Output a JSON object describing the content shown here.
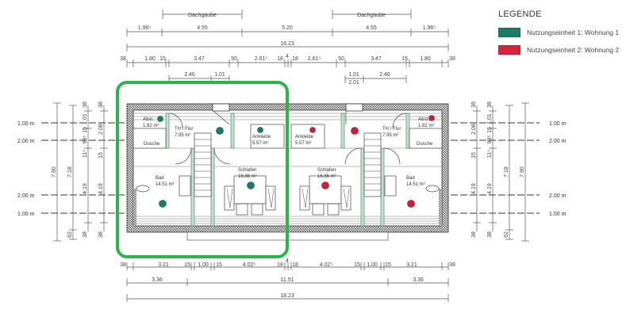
{
  "legend": {
    "title": "LEGENDE",
    "items": [
      {
        "label": "Nutzungseinheit 1: Wohnung 1",
        "color": "#1f7a6a"
      },
      {
        "label": "Nutzungseinheit 2: Wohnung 2",
        "color": "#d4253c"
      }
    ]
  },
  "colors": {
    "highlight_frame": "#2db34a",
    "unit1": "#1f7a6a",
    "unit2": "#c8203a",
    "walls": "#444444",
    "partition": "#5f9a7a"
  },
  "dimensions_top": {
    "dormer_label_left": "Dachgaube",
    "dormer_label_right": "Dachgaube",
    "row1": [
      "1.96⁵",
      "4.55",
      "5.20",
      "4.55",
      "1.96⁵"
    ],
    "row2_total": "18.23",
    "row3": [
      "38",
      "1.80",
      "15",
      "3.47",
      "50",
      "2.61⁵",
      "18",
      "4",
      "18",
      "2.61⁵",
      "50",
      "3.47",
      "15",
      "1.80",
      "38"
    ],
    "row4_left": [
      "2.46",
      "1.01"
    ],
    "row4_right": [
      "1.01",
      "2.01",
      "2.46"
    ]
  },
  "dimensions_bottom": {
    "row1": [
      "38",
      "3.21",
      "15",
      "1.00",
      "15",
      "4.02⁵",
      "18",
      "4",
      "18",
      "4.02⁵",
      "15",
      "1.00",
      "15",
      "3.21",
      "38"
    ],
    "row2": [
      "3.36",
      "11.51",
      "3.36"
    ],
    "row3_total": "18.23"
  },
  "dimensions_left": {
    "outer": [
      "7.90",
      "7.18",
      "62"
    ],
    "inner_col1": [
      "38",
      "1.01",
      "15",
      "98⁵",
      "11⁵",
      "4.19",
      "38"
    ],
    "inner_col2": [
      "38",
      "2.08",
      "15",
      "4.19",
      "38"
    ]
  },
  "dimensions_right": {
    "outer": [
      "7.90",
      "7.18",
      "62"
    ],
    "inner_col1": [
      "38",
      "1.01",
      "15",
      "98⁵",
      "11⁵",
      "4.19",
      "38"
    ],
    "inner_col2": [
      "38",
      "2.08",
      "15",
      "4.19",
      "38"
    ]
  },
  "height_lines": {
    "left": [
      "1.00 m",
      "2.00 m",
      "2.00 m",
      "1.00 m"
    ],
    "right": [
      "1.00 m",
      "2.00 m",
      "2.00 m",
      "1.00 m"
    ]
  },
  "rooms_unit1": [
    {
      "name": "Abst.",
      "area": "1.82 m²"
    },
    {
      "name": "TH / Flur",
      "area": "7.95 m²"
    },
    {
      "name": "Ankleide",
      "area": "5.57 m²"
    },
    {
      "name": "Dusche",
      "area": ""
    },
    {
      "name": "Schlafen",
      "area": "16.86 m²"
    },
    {
      "name": "Bad",
      "area": "14.51 m²"
    }
  ],
  "rooms_unit2": [
    {
      "name": "Abst.",
      "area": "1.82 m²"
    },
    {
      "name": "TH / Flur",
      "area": "7.95 m²"
    },
    {
      "name": "Ankleide",
      "area": "5.57 m²"
    },
    {
      "name": "Dusche",
      "area": ""
    },
    {
      "name": "Schlafen",
      "area": "16.86 m²"
    },
    {
      "name": "Bad",
      "area": "14.51 m²"
    }
  ]
}
